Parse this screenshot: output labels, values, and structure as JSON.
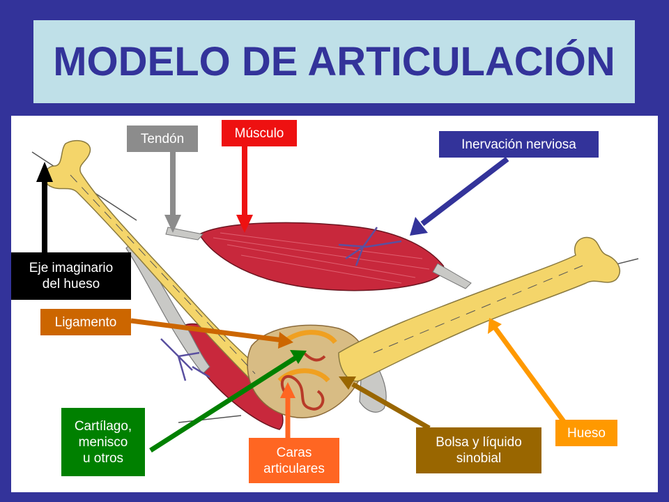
{
  "title": "MODELO DE ARTICULACIÓN",
  "labels": {
    "tendon": "Tendón",
    "musculo": "Músculo",
    "inervacion": "Inervación nerviosa",
    "eje_line1": "Eje imaginario",
    "eje_line2": "del hueso",
    "ligamento": "Ligamento",
    "cartilago_line1": "Cartílago,",
    "cartilago_line2": "menisco",
    "cartilago_line3": "u otros",
    "caras_line1": "Caras",
    "caras_line2": "articulares",
    "bolsa_line1": "Bolsa y líquido",
    "bolsa_line2": "sinobial",
    "hueso": "Hueso"
  },
  "colors": {
    "background": "#33339a",
    "title_box": "#bfe0e8",
    "title_text": "#33339a",
    "tendon": "#8c8c8c",
    "musculo": "#ee1111",
    "inervacion": "#33339a",
    "eje": "#000000",
    "ligamento": "#cc6600",
    "cartilago": "#008000",
    "caras": "#ff6622",
    "bolsa": "#996600",
    "hueso": "#ff9900",
    "bone_fill": "#f4d56a",
    "muscle_fill": "#c8283c",
    "capsule_fill": "#d8bc84"
  }
}
